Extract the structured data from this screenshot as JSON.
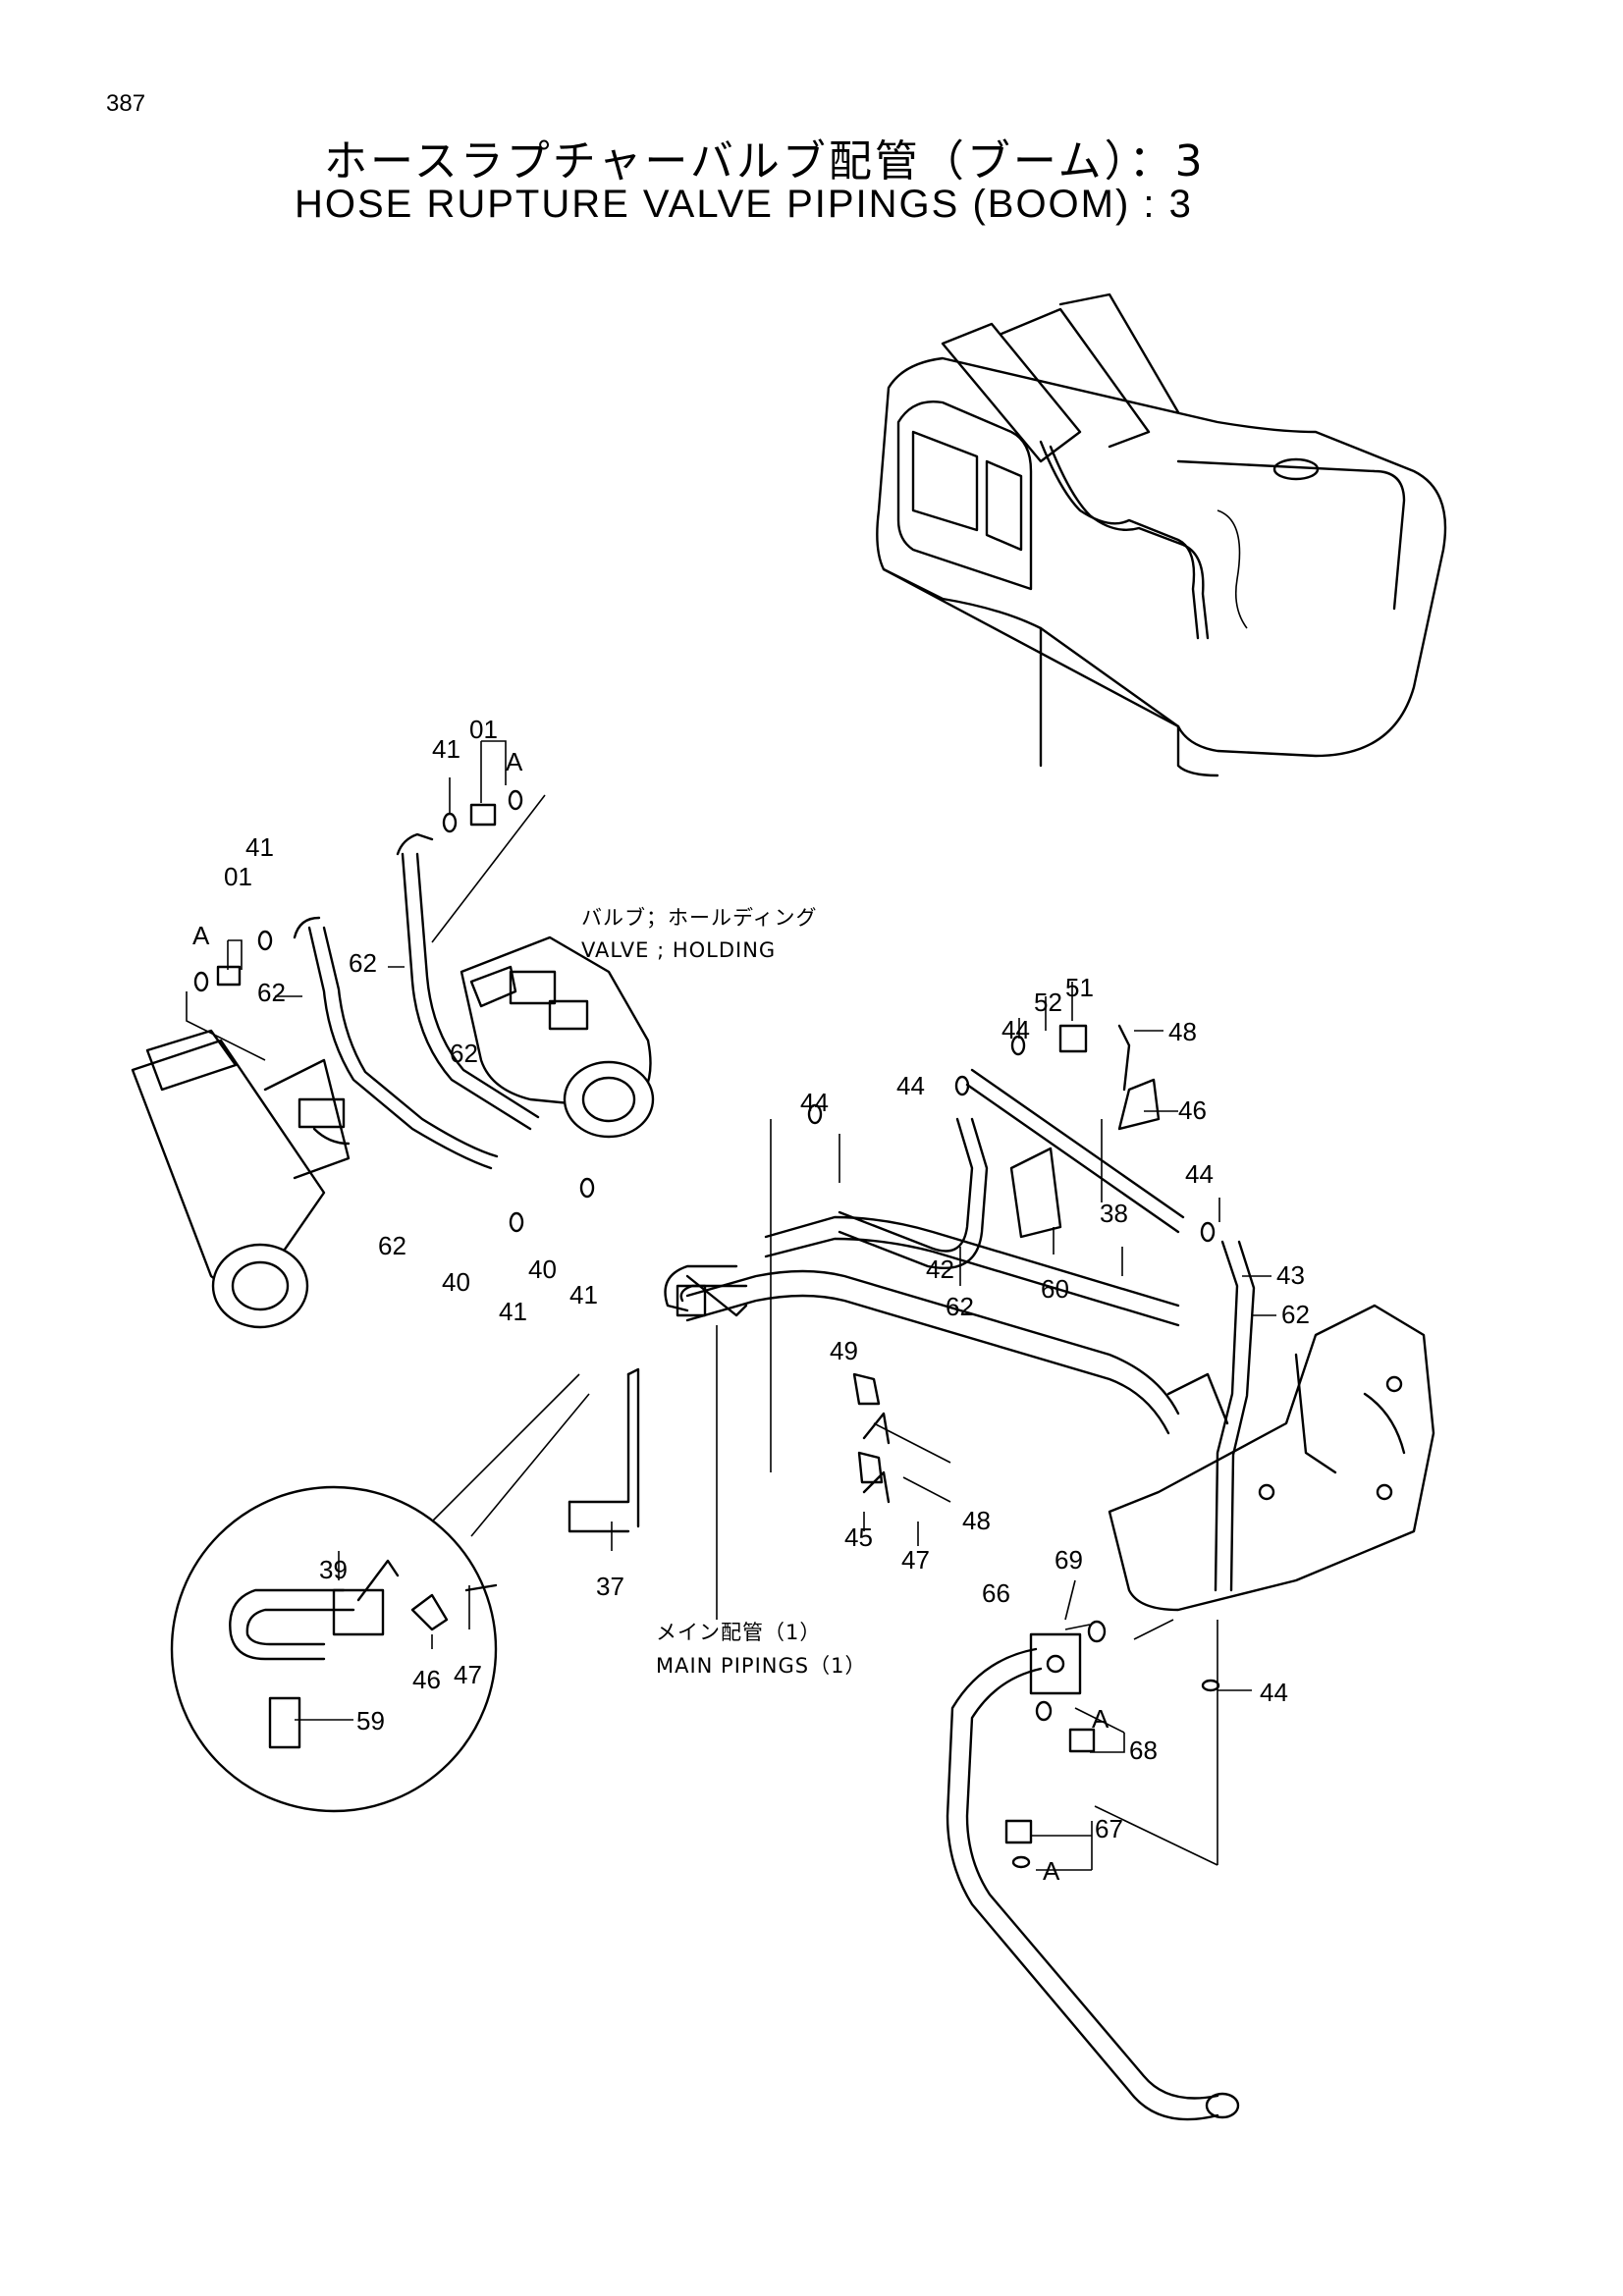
{
  "page": {
    "number": "387"
  },
  "title": {
    "jp": "ホースラプチャーバルブ配管（ブーム）：3",
    "en": "HOSE RUPTURE VALVE PIPINGS (BOOM) : 3"
  },
  "annotations": {
    "valve_jp": "バルブ；ホールディング",
    "valve_en": "VALVE ; HOLDING",
    "main_jp": "メイン配管（1）",
    "main_en": "MAIN PIPINGS（1）"
  },
  "callouts": {
    "p01a": "01",
    "p01b": "01",
    "pA1": "A",
    "pA2": "A",
    "pA3": "A",
    "pA4": "A",
    "p41a": "41",
    "p41b": "41",
    "p41c": "41",
    "p41d": "41",
    "p62a": "62",
    "p62b": "62",
    "p62c": "62",
    "p62d": "62",
    "p62e": "62",
    "p62f": "62",
    "p40a": "40",
    "p40b": "40",
    "p44a": "44",
    "p44b": "44",
    "p44c": "44",
    "p44d": "44",
    "p44e": "44",
    "p52": "52",
    "p51": "51",
    "p48a": "48",
    "p48b": "48",
    "p46a": "46",
    "p46b": "46",
    "p38": "38",
    "p43": "43",
    "p42": "42",
    "p60": "60",
    "p49": "49",
    "p45": "45",
    "p47a": "47",
    "p47b": "47",
    "p37": "37",
    "p39": "39",
    "p59": "59",
    "p66": "66",
    "p69": "69",
    "p68": "68",
    "p67": "67"
  }
}
